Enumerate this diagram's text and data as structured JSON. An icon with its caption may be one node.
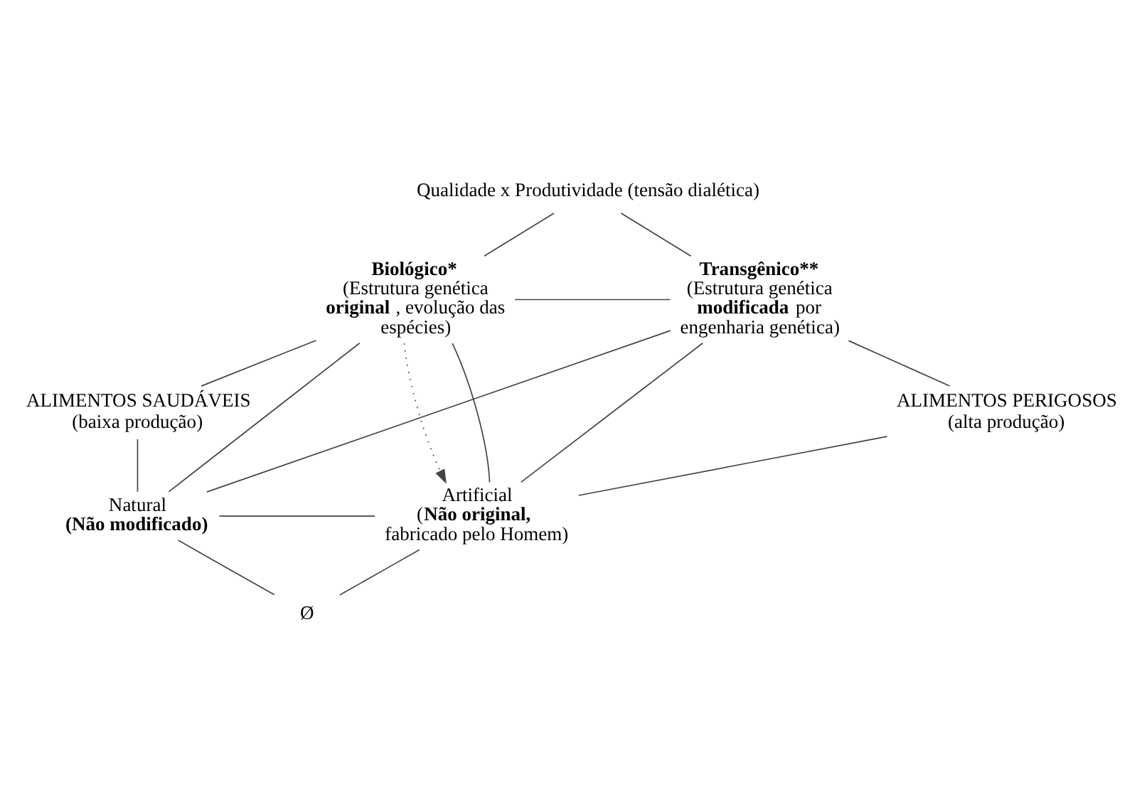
{
  "diagram": {
    "nodes": [
      {
        "text": [
          "Qualidade x Produtividade (tensão dialética)"
        ]
      },
      {
        "text": [
          "**Biológico***",
          "(Estrutura genética **original**, evolução das espécies)"
        ]
      },
      {
        "text": [
          "**Transgênico****",
          "(Estrutura genética **modificada** por engenharia genética)"
        ]
      },
      {
        "text": [
          "ALIMENTOS SAUDÁVEIS",
          "(baixa produção)"
        ]
      },
      {
        "text": [
          "ALIMENTOS PERIGOSOS",
          "(alta produção)"
        ]
      },
      {
        "text": [
          "Natural",
          "**(Não modificado)**"
        ]
      },
      {
        "text": [
          "Artificial",
          "(**Não original,** fabricado pelo Homem)"
        ]
      },
      {
        "text": [
          "Ø"
        ]
      }
    ],
    "edges": [
      {
        "from": 0,
        "to": 1,
        "arrow": "none"
      },
      {
        "from": 0,
        "to": 2,
        "arrow": "none"
      },
      {
        "from": 1,
        "to": 2,
        "arrow": "none"
      },
      {
        "from": 1,
        "to": 6,
        "arrow": "to",
        "style": "dashed"
      },
      {
        "from": 1,
        "to": 3,
        "arrow": "none"
      },
      {
        "from": 2,
        "to": 4,
        "arrow": "none"
      },
      {
        "from": 1,
        "to": 5,
        "arrow": "none"
      },
      {
        "from": 2,
        "to": 6,
        "arrow": "none"
      },
      {
        "from": 1,
        "to": 6,
        "arrow": "none"
      },
      {
        "from": 2,
        "to": 5,
        "arrow": "none"
      },
      {
        "from": 3,
        "to": 5,
        "arrow": "none"
      },
      {
        "from": 4,
        "to": 6,
        "arrow": "none"
      },
      {
        "from": 5,
        "to": 6,
        "arrow": "none"
      },
      {
        "from": 5,
        "to": 7,
        "arrow": "none"
      },
      {
        "from": 6,
        "to": 7,
        "arrow": "none"
      }
    ]
  }
}
